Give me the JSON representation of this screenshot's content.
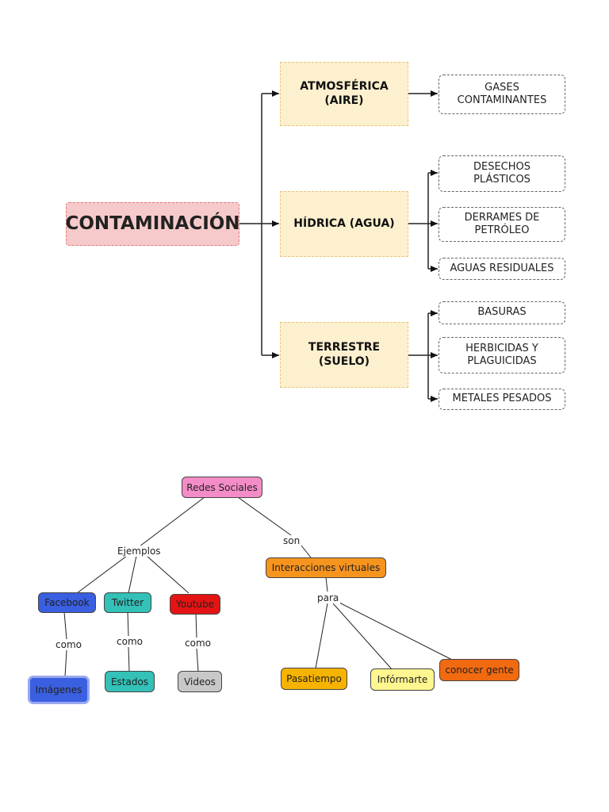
{
  "map1": {
    "root": "CONTAMINACIÓN",
    "categories": [
      {
        "label": "ATMOSFÉRICA\n(AIRE)",
        "children": [
          "GASES\nCONTAMINANTES"
        ]
      },
      {
        "label": "HÍDRICA (AGUA)",
        "children": [
          "DESECHOS\nPLÁSTICOS",
          "DERRAMES DE\nPETRÓLEO",
          "AGUAS RESIDUALES"
        ]
      },
      {
        "label": "TERRESTRE\n(SUELO)",
        "children": [
          "BASURAS",
          "HERBICIDAS Y\nPLAGUICIDAS",
          "METALES PESADOS"
        ]
      }
    ]
  },
  "map2": {
    "root": "Redes Sociales",
    "link_ejemplos": "Ejemplos",
    "link_son": "son",
    "interacciones": "Interacciones virtuales",
    "link_para": "para",
    "facebook": "Facebook",
    "twitter": "Twitter",
    "youtube": "Youtube",
    "como_1": "como",
    "como_2": "como",
    "como_3": "como",
    "imagenes": "Imágenes",
    "estados": "Estados",
    "videos": "Videos",
    "pasatiempo": "Pasatiempo",
    "informarte": "Infórmarte",
    "conocer": "conocer gente",
    "colors": {
      "root": "#f48cc8",
      "facebook": "#3a5fe0",
      "twitter": "#33c1b8",
      "youtube": "#e41414",
      "interacciones": "#f7941d",
      "imagenes": "#3a5fe0",
      "estados": "#33c1b8",
      "videos": "#c8c8c8",
      "pasatiempo": "#f6b300",
      "informarte": "#fff68f",
      "conocer": "#f26a10"
    }
  }
}
